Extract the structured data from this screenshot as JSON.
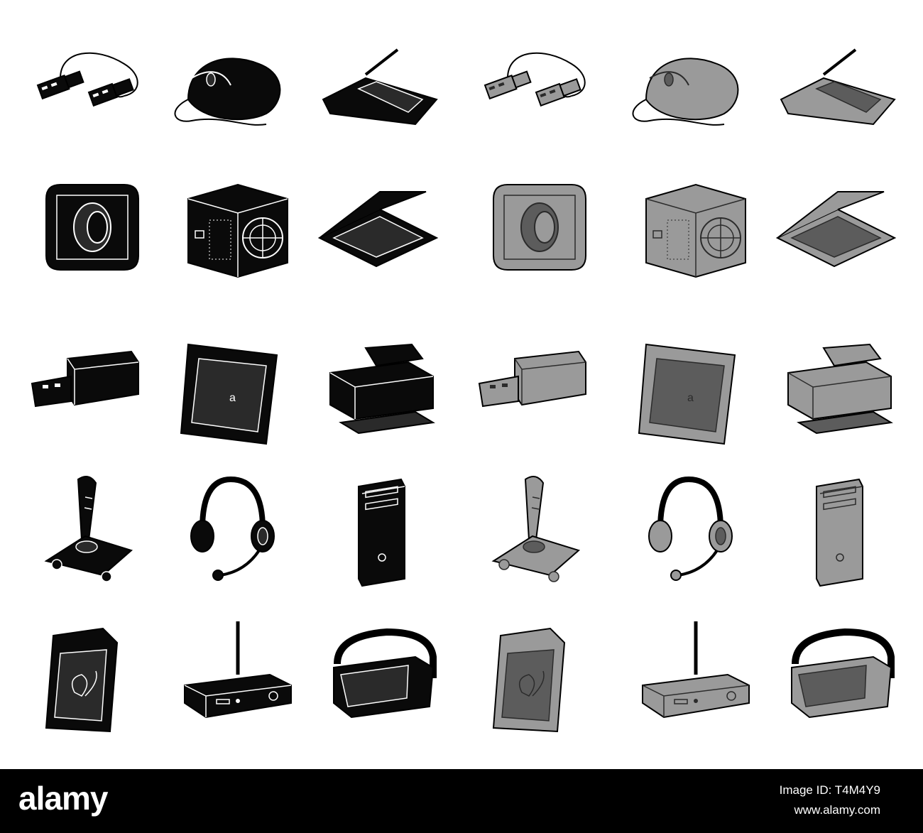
{
  "styles": {
    "black": {
      "fill": "#0a0a0a",
      "stroke": "#ffffff",
      "accent": "#2a2a2a",
      "shade": "#0a0a0a"
    },
    "mono": {
      "fill": "#9a9a9a",
      "stroke": "#2b2b2b",
      "accent": "#5c5c5c",
      "shade": "#e6e6e6"
    }
  },
  "grid": {
    "columns": [
      "black",
      "black",
      "black",
      "mono",
      "mono",
      "mono"
    ],
    "rows": [
      [
        "usb-cable-icon",
        "computer-mouse-icon",
        "graphics-tablet-icon",
        "usb-cable-icon",
        "computer-mouse-icon",
        "graphics-tablet-icon"
      ],
      [
        "webcam-icon",
        "power-supply-icon",
        "flatbed-scanner-icon",
        "webcam-icon",
        "power-supply-icon",
        "flatbed-scanner-icon"
      ],
      [
        "usb-flash-drive-icon",
        "cpu-processor-icon",
        "printer-icon",
        "usb-flash-drive-icon",
        "cpu-processor-icon",
        "printer-icon"
      ],
      [
        "joystick-icon",
        "headset-icon",
        "pc-tower-icon",
        "joystick-icon",
        "headset-icon",
        "pc-tower-icon"
      ],
      [
        "sd-memory-card-icon",
        "wifi-router-icon",
        "vr-headset-icon",
        "sd-memory-card-icon",
        "wifi-router-icon",
        "vr-headset-icon"
      ]
    ]
  },
  "footer": {
    "logo": "alamy",
    "image_id": "Image ID: T4M4Y9",
    "website": "www.alamy.com"
  }
}
